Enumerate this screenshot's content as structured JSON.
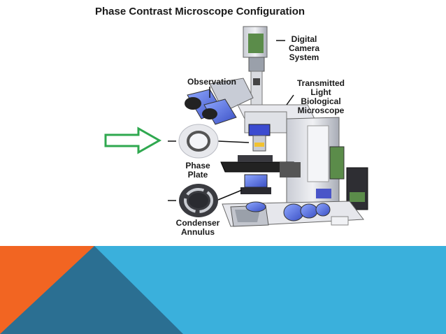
{
  "title": "Phase Contrast Microscope Configuration",
  "labels": {
    "camera": [
      "Digital",
      "Camera",
      "System"
    ],
    "observation": "Observation",
    "microscope": [
      "Transmitted",
      "Light",
      "Biological",
      "Microscope"
    ],
    "phase_plate": [
      "Phase",
      "Plate"
    ],
    "condenser": [
      "Condenser",
      "Annulus"
    ]
  },
  "colors": {
    "arrow": "#2fa84f",
    "footer_blue": "#3ab0dc",
    "footer_orange": "#f26522",
    "footer_dark": "#2b6f92"
  },
  "icons": [
    "arrow-right-icon",
    "phase-plate-icon",
    "condenser-annulus-icon",
    "microscope-illustration"
  ]
}
